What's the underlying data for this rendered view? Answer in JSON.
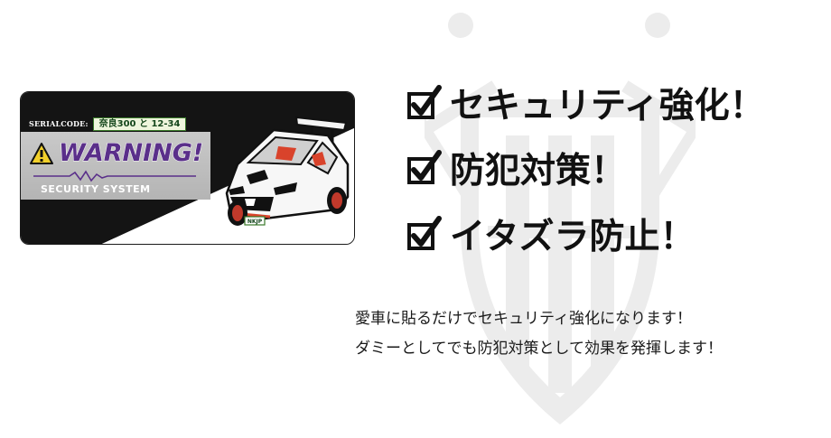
{
  "sticker": {
    "serial_label": "SERIALCODE:",
    "plate_text": "奈良300 と 12-34",
    "warning_text": "WARNING!",
    "security_text": "SECURITY SYSTEM",
    "plate_badge": "NKJP"
  },
  "headlines": [
    "セキュリティ強化！",
    "防犯対策！",
    "イタズラ防止！"
  ],
  "description": {
    "line1": "愛車に貼るだけでセキュリティ強化になります！",
    "line2": "ダミーとしてでも防犯対策として効果を発揮します！"
  },
  "colors": {
    "warning_purple": "#5a2f8a",
    "plate_green": "#3a7a2a",
    "emblem_gray": "#ececec"
  }
}
